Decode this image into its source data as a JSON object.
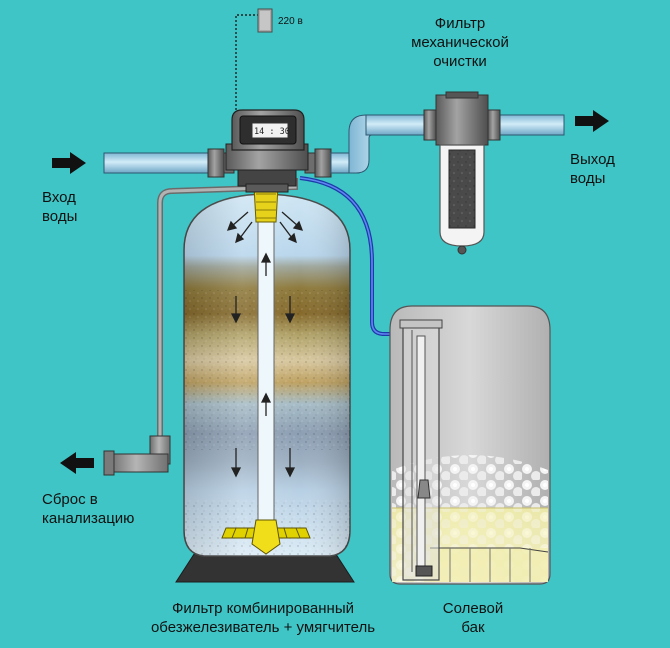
{
  "power_label": "220 в",
  "controller_time": "14 : 30",
  "labels": {
    "inlet": [
      "Вход",
      "воды"
    ],
    "outlet": [
      "Выход",
      "воды"
    ],
    "mech_filter": [
      "Фильтр",
      "механической",
      "очистки"
    ],
    "drain": [
      "Сброс в",
      "канализацию"
    ],
    "main_filter": [
      "Фильтр комбинированный",
      "обезжелезиватель + умягчитель"
    ],
    "salt_tank": [
      "Солевой",
      "бак"
    ]
  },
  "colors": {
    "background": "#3fc5c6",
    "water_pipe": "#a8d4ea",
    "drain_pipe": "#9a9a9a",
    "brine_tube": "#2d56d8",
    "tank_base": "#333333",
    "riser_distributor": "#e0d200"
  },
  "icons": [
    "arrow-right-icon",
    "arrow-left-icon",
    "power-socket-icon",
    "control-valve-icon"
  ]
}
